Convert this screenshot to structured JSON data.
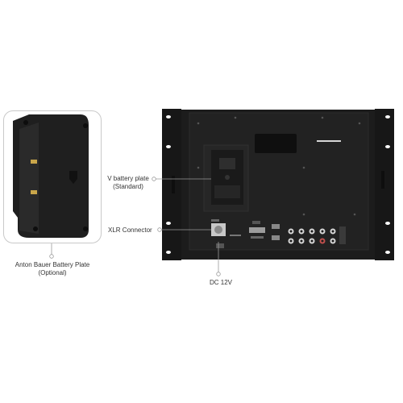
{
  "callouts": {
    "v_battery_line1": "V battery plate",
    "v_battery_line2": "(Standard)",
    "xlr": "XLR Connector",
    "dc": "DC 12V",
    "anton_line1": "Anton Bauer Battery Plate",
    "anton_line2": "(Optional)"
  },
  "colors": {
    "chassis": "#1c1c1c",
    "rack_ears": "#171717",
    "recess": "#242424",
    "callout_line": "#9a9a9a",
    "connector": "#d6d6d6"
  }
}
